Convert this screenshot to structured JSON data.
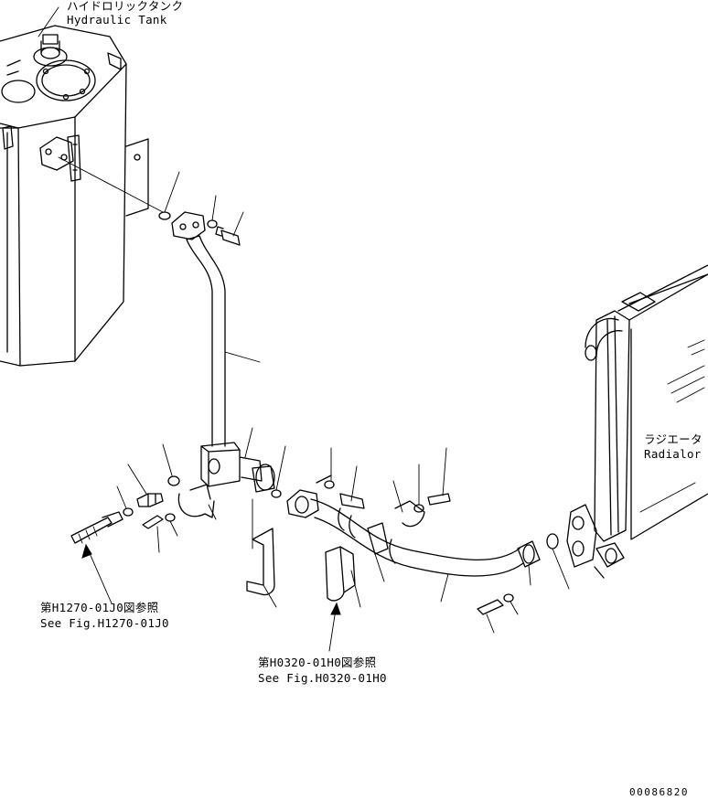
{
  "labels": {
    "tank_jp": "ハイドロリックタンク",
    "tank_en": "Hydraulic Tank",
    "radiator_jp": "ラジエータ",
    "radiator_en": "Radialor",
    "ref1_jp": "第H1270-01J0図参照",
    "ref1_en": "See Fig.H1270-01J0",
    "ref2_jp": "第H0320-01H0図参照",
    "ref2_en": "See Fig.H0320-01H0",
    "drawing_number": "00086820"
  }
}
